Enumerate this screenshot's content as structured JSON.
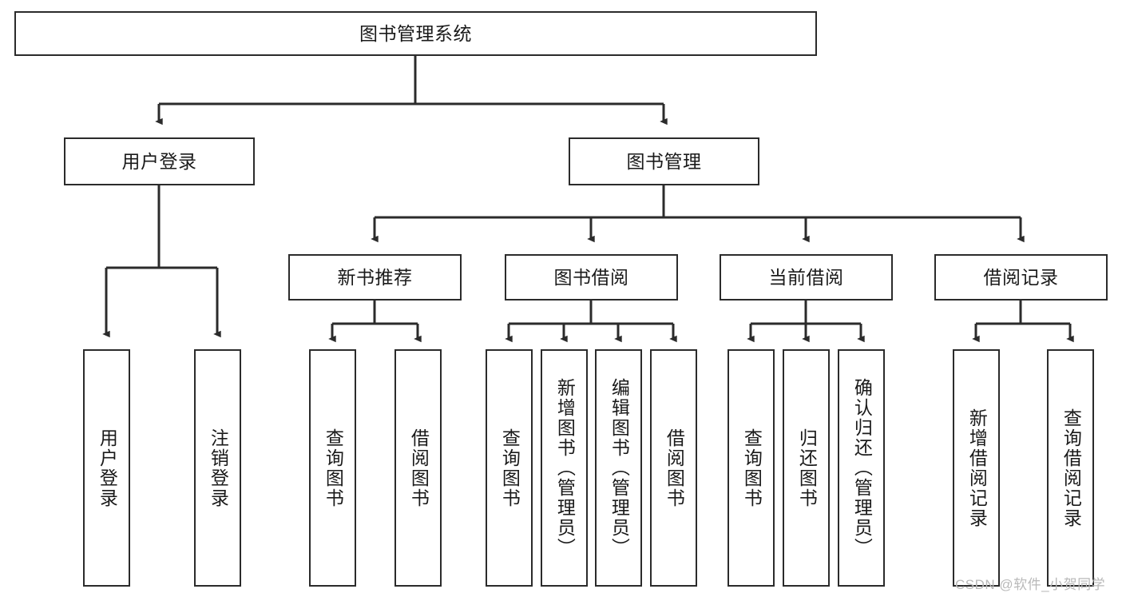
{
  "diagram": {
    "title": "图书管理系统",
    "type": "hierarchy-tree",
    "orientation": "top-down",
    "colors": {
      "box_border": "#2b2b2b",
      "box_fill": "#ffffff",
      "line": "#2b2b2b",
      "text": "#1a1a1a",
      "watermark": "#b9b9b9"
    },
    "levels": {
      "level_1": "root",
      "level_2": "modules",
      "level_3": "sub-modules",
      "level_4": "functions"
    }
  },
  "root": {
    "label": "图书管理系统"
  },
  "modules": [
    {
      "label": "用户登录"
    },
    {
      "label": "图书管理"
    }
  ],
  "submodules": [
    {
      "label": "新书推荐"
    },
    {
      "label": "图书借阅"
    },
    {
      "label": "当前借阅"
    },
    {
      "label": "借阅记录"
    }
  ],
  "leaves": {
    "user_login": [
      {
        "label": "用户登录"
      },
      {
        "label": "注销登录"
      }
    ],
    "new_book_recommend": [
      {
        "label": "查询图书"
      },
      {
        "label": "借阅图书"
      }
    ],
    "book_borrow": [
      {
        "label": "查询图书"
      },
      {
        "label": "新增图书（管理员）"
      },
      {
        "label": "编辑图书（管理员）"
      },
      {
        "label": "借阅图书"
      }
    ],
    "current_borrow": [
      {
        "label": "查询图书"
      },
      {
        "label": "归还图书"
      },
      {
        "label": "确认归还（管理员）"
      }
    ],
    "borrow_record": [
      {
        "label": "新增借阅记录"
      },
      {
        "label": "查询借阅记录"
      }
    ]
  },
  "watermark": {
    "text": "CSDN @软件_小贺同学"
  }
}
